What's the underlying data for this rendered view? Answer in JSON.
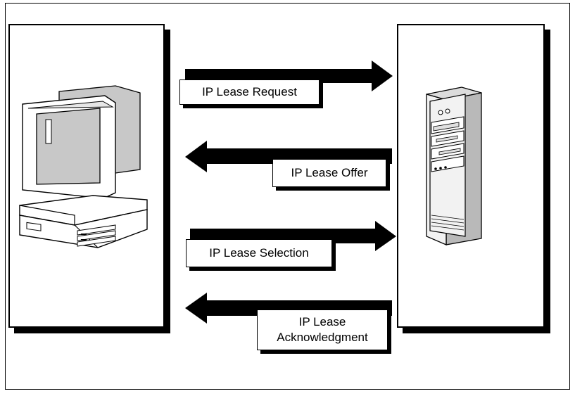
{
  "messages": {
    "request": "IP Lease Request",
    "offer": "IP Lease Offer",
    "selection": "IP Lease Selection",
    "acknowledgment": "IP Lease\nAcknowledgment"
  },
  "icons": {
    "client": "desktop-computer-icon",
    "server": "tower-server-icon"
  },
  "colors": {
    "line": "#000000",
    "monitor_screen": "#c8c8c8",
    "server_body": "#f2f2f2",
    "server_shade": "#b9b9b9",
    "background": "#ffffff"
  }
}
